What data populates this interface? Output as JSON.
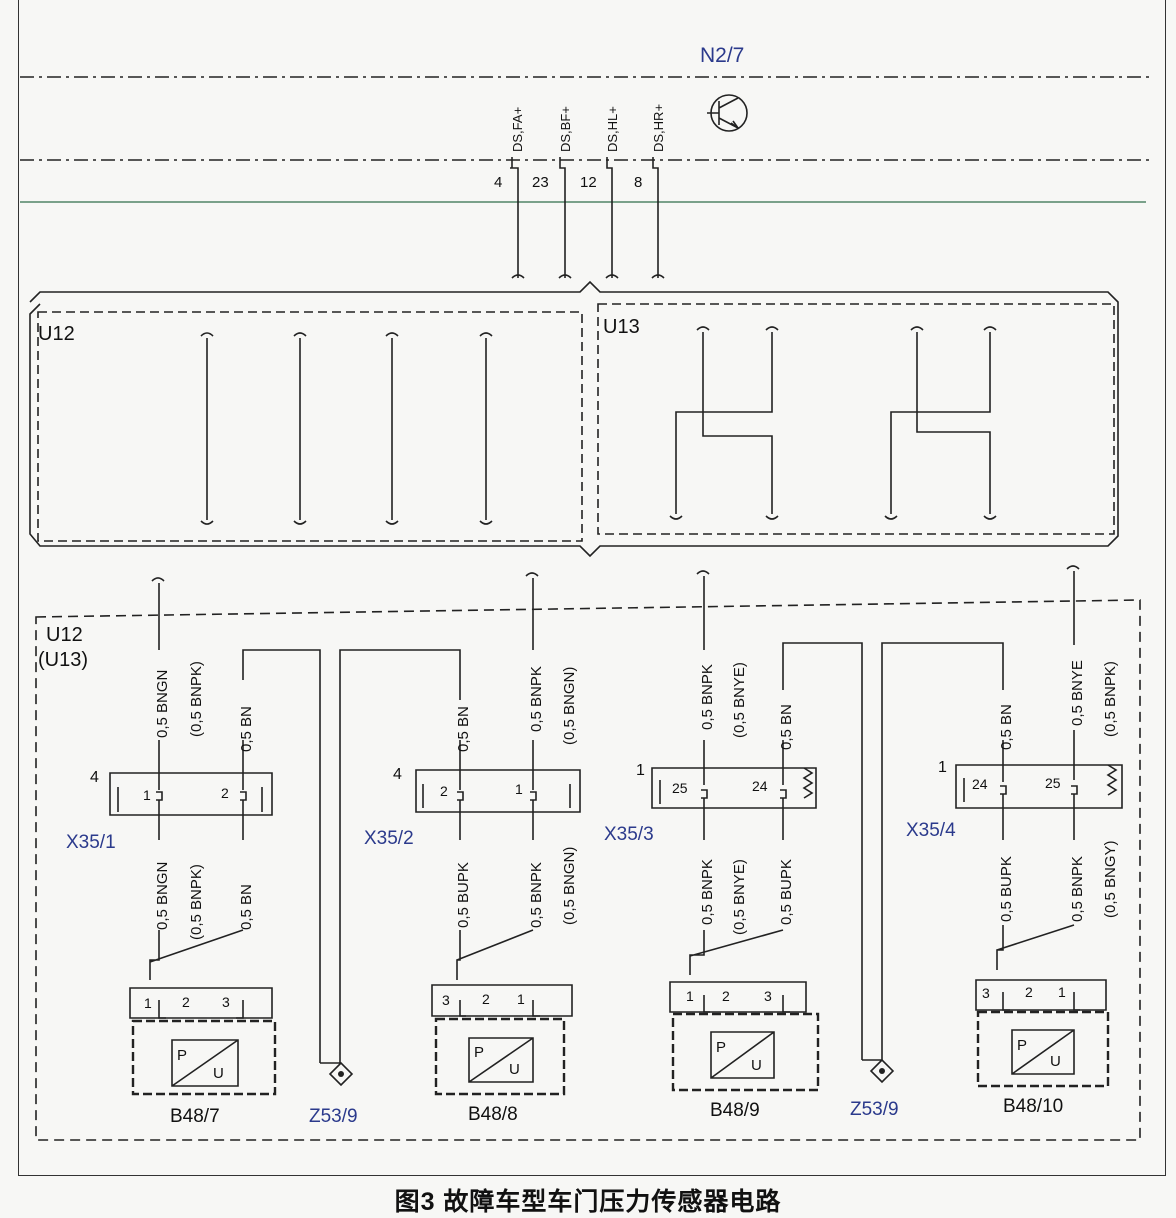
{
  "module_label": "N2/7",
  "pin_labels": [
    "DS,FA+",
    "DS,BF+",
    "DS,HL+",
    "DS,HR+"
  ],
  "pin_numbers": [
    "4",
    "23",
    "12",
    "8"
  ],
  "harness_left": "U12",
  "harness_right": "U13",
  "lower_group_line1": "U12",
  "lower_group_line2": "(U13)",
  "connectors": [
    {
      "name": "X35/1",
      "side_pin": "4",
      "pins": [
        "1",
        "2"
      ]
    },
    {
      "name": "X35/2",
      "side_pin": "4",
      "pins": [
        "2",
        "1"
      ]
    },
    {
      "name": "X35/3",
      "side_pin": "1",
      "pins": [
        "25",
        "24"
      ]
    },
    {
      "name": "X35/4",
      "side_pin": "1",
      "pins": [
        "24",
        "25"
      ]
    }
  ],
  "wire_labels": {
    "bngn": "0,5 BNGN",
    "bnpk_alt": "(0,5 BNPK)",
    "bn": "0,5 BN",
    "bnpk": "0,5 BNPK",
    "bngn_alt": "(0,5 BNGN)",
    "bnye_alt": "(0,5 BNYE)",
    "bnye": "0,5 BNYE",
    "bupk": "0,5 BUPK",
    "bngy_alt": "(0,5 BNGY)"
  },
  "sensors": [
    {
      "name": "B48/7",
      "pins": [
        "1",
        "2",
        "3"
      ]
    },
    {
      "name": "B48/8",
      "pins": [
        "3",
        "2",
        "1"
      ]
    },
    {
      "name": "B48/9",
      "pins": [
        "1",
        "2",
        "3"
      ]
    },
    {
      "name": "B48/10",
      "pins": [
        "3",
        "2",
        "1"
      ]
    }
  ],
  "sensor_symbol": {
    "p": "P",
    "u": "U"
  },
  "ground_points": [
    "Z53/9",
    "Z53/9"
  ],
  "caption": "图3 故障车型车门压力传感器电路"
}
